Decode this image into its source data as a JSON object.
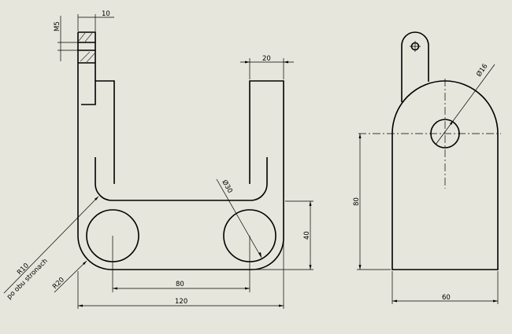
{
  "drawing": {
    "front_view": {
      "dims": {
        "tab_width": "10",
        "thread": "M5",
        "arm_width": "20",
        "hole_diameter": "Ø30",
        "base_height": "40",
        "hole_spacing": "80",
        "overall_width": "120",
        "inner_radius": "R10",
        "inner_radius_note": "po obu stronach",
        "outer_radius": "R20"
      }
    },
    "side_view": {
      "dims": {
        "hole_diameter": "Ø16",
        "center_height": "80",
        "width": "60"
      }
    }
  }
}
